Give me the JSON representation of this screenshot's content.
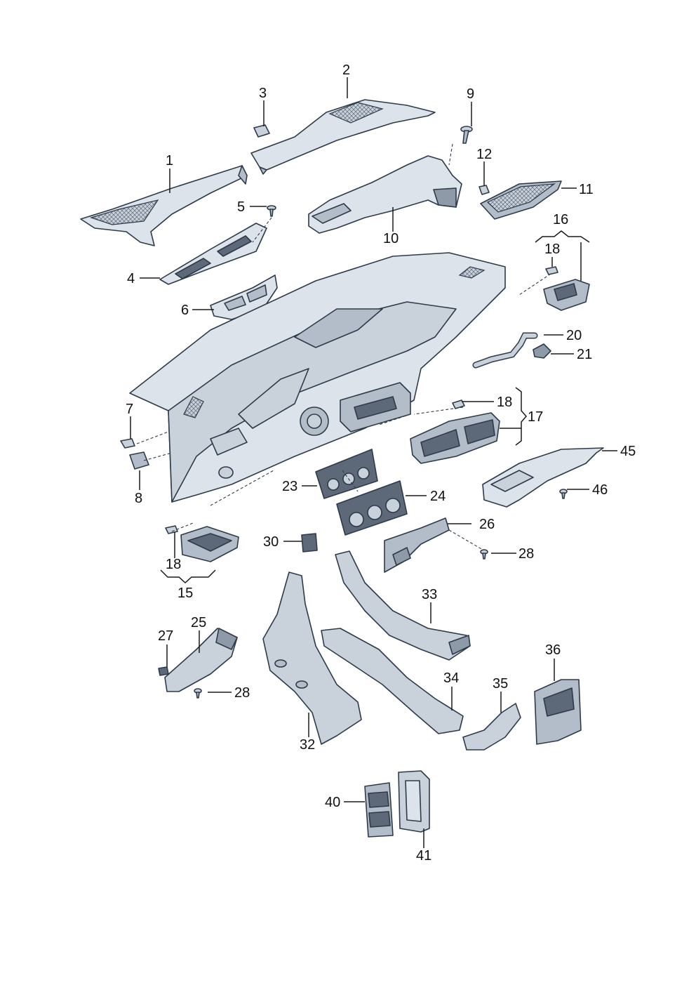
{
  "labels": {
    "l1": "1",
    "l2": "2",
    "l3": "3",
    "l4": "4",
    "l5": "5",
    "l6": "6",
    "l7": "7",
    "l8": "8",
    "l9": "9",
    "l10": "10",
    "l11": "11",
    "l12": "12",
    "l15": "15",
    "l16": "16",
    "l17": "17",
    "l18a": "18",
    "l18b": "18",
    "l18c": "18",
    "l20": "20",
    "l21": "21",
    "l23": "23",
    "l24": "24",
    "l25": "25",
    "l26": "26",
    "l27": "27",
    "l28a": "28",
    "l28b": "28",
    "l30": "30",
    "l32": "32",
    "l33": "33",
    "l34": "34",
    "l35": "35",
    "l36": "36",
    "l40": "40",
    "l41": "41",
    "l45": "45",
    "l46": "46"
  },
  "colors": {
    "line": "#2e3a4a",
    "part_light": "#dde3ea",
    "part_mid": "#c9d1db",
    "part_shadow": "#8f9aa8"
  }
}
